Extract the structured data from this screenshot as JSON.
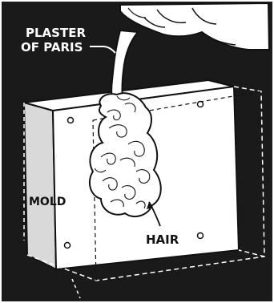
{
  "labels": {
    "plaster_line1": "PLASTER",
    "plaster_line2": "OF PARIS",
    "mold": "MOLD",
    "hair": "HAIR"
  },
  "colors": {
    "background": "#1a1a1a",
    "ink": "#111111",
    "paper": "#ffffff",
    "shade": "#d9d9d9"
  }
}
